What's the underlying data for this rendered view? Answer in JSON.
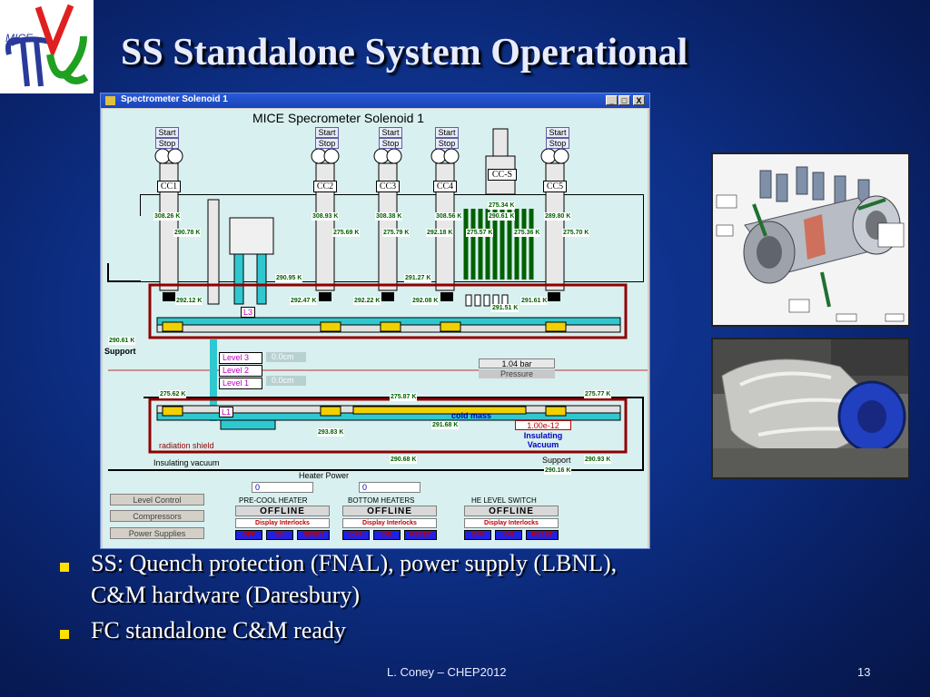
{
  "slide": {
    "title": "SS Standalone System Operational",
    "footer": "L. Coney – CHEP2012",
    "page_number": "13",
    "logo_text": "MICE",
    "colors": {
      "background": "#0d2f86",
      "title": "#e8ecff",
      "bullet": "#ffe000"
    }
  },
  "window": {
    "title": "Spectrometer Solenoid 1",
    "controls": [
      "_",
      "□",
      "X"
    ],
    "panel_title": "MICE Specrometer Solenoid 1",
    "start_label": "Start",
    "stop_label": "Stop",
    "coils": [
      "CC1",
      "CC2",
      "CC3",
      "CC4",
      "CC5"
    ],
    "cc_s": "CC-S",
    "temps": {
      "t1": "308.26 K",
      "t2": "290.78 K",
      "t3": "308.93 K",
      "t4": "275.69 K",
      "t5": "308.38 K",
      "t6": "275.79 K",
      "t7": "308.56 K",
      "t8": "292.18 K",
      "t9": "275.57 K",
      "t10": "290.61 K",
      "t11": "275.34 K",
      "t12": "275.36 K",
      "t13": "289.80 K",
      "t14": "275.70 K",
      "t15": "290.95 K",
      "t16": "291.27 K",
      "t17": "292.12 K",
      "t18": "292.47 K",
      "t19": "292.22 K",
      "t20": "292.08 K",
      "t21": "291.61 K",
      "t22": "291.51 K",
      "t23": "290.61 K",
      "t24": "275.62 K",
      "t25": "275.87 K",
      "t26": "275.77 K",
      "t27": "291.68 K",
      "t28": "293.83 K",
      "t29": "290.68 K",
      "t30": "290.93 K",
      "t31": "290.16 K"
    },
    "support_label": "Support",
    "l3": "L3",
    "l1": "L1",
    "levels": [
      {
        "label": "Level 3",
        "value": "0.0cm"
      },
      {
        "label": "Level 2",
        "value": ""
      },
      {
        "label": "Level 1",
        "value": "0.0cm"
      }
    ],
    "pressure_value": "1.04 bar",
    "pressure_label": "Pressure",
    "cold_mass": "cold mass",
    "vacuum_value": "1.00e-12",
    "vacuum_label": "Insulating\nVacuum",
    "radiation_shield": "radiation shield",
    "insulating_vacuum": "Insulating vacuum",
    "heater_power_label": "Heater Power",
    "heater_values": [
      "0",
      "0"
    ],
    "left_buttons": [
      "Level Control",
      "Compressors",
      "Power Supplies"
    ],
    "controls_groups": [
      {
        "title": "PRE-COOL HEATER",
        "status": "OFFLINE",
        "interlocks": "Display Interlocks",
        "buttons": [
          "OFF",
          "ON",
          "RESET"
        ]
      },
      {
        "title": "BOTTOM HEATERS",
        "status": "OFFLINE",
        "interlocks": "Display Interlocks",
        "buttons": [
          "OFF",
          "ON",
          "RESET"
        ]
      },
      {
        "title": "HE LEVEL SWITCH",
        "status": "OFFLINE",
        "interlocks": "Display Interlocks",
        "buttons": [
          "OFF",
          "ON",
          "RESET"
        ]
      }
    ]
  },
  "bullets": [
    "SS: Quench protection (FNAL), power supply (LBNL),",
    "C&M hardware (Daresbury)",
    "FC standalone C&M ready"
  ]
}
